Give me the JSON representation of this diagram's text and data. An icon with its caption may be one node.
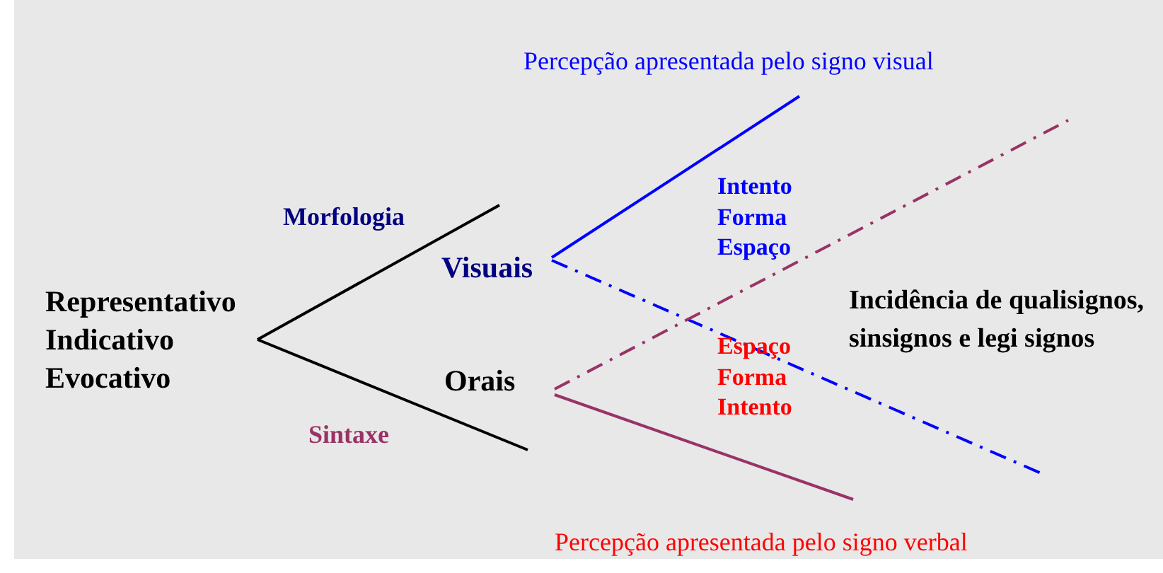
{
  "diagram": {
    "nodes": [
      {
        "text": [
          "Representativo",
          "Indicativo",
          "Evocativo"
        ]
      },
      {
        "text": [
          "Visuais"
        ]
      },
      {
        "text": [
          "Orais"
        ]
      }
    ],
    "edges": [
      {
        "from": 0,
        "to": null,
        "arrow": "none"
      },
      {
        "from": 0,
        "to": null,
        "arrow": "none"
      },
      {
        "from": 1,
        "to": null,
        "arrow": "none",
        "color": "#0000ff"
      },
      {
        "from": 1,
        "to": null,
        "arrow": "none",
        "style": "dashed",
        "color": "#0000ff"
      },
      {
        "from": 2,
        "to": null,
        "arrow": "none",
        "style": "dashed",
        "color": "#993366"
      },
      {
        "from": 2,
        "to": null,
        "arrow": "none",
        "color": "#993366"
      }
    ],
    "labels": [
      "Percepção apresentada pelo signo visual",
      "Morfologia",
      "Intento",
      "Forma",
      "Espaço",
      "Incidência de qualisignos, sinsignos e legi signos",
      "Espaço",
      "Forma",
      "Intento",
      "Sintaxe",
      "Percepção apresentada pelo signo verbal"
    ]
  }
}
